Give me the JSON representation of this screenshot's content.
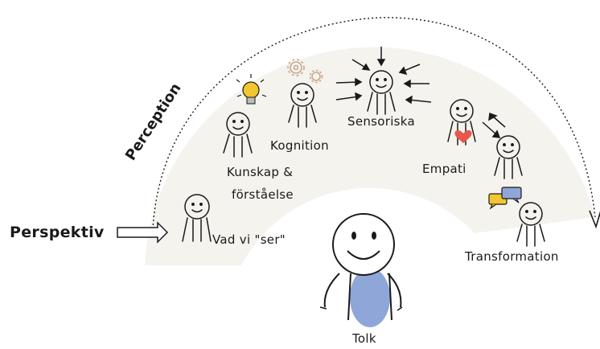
{
  "diagram": {
    "arc_label": "Perception",
    "left_label": "Perspektiv",
    "figures": {
      "vad_vi_ser": "Vad vi \"ser\"",
      "kunskap_line1": "Kunskap &",
      "kunskap_line2": "förståelse",
      "kognition": "Kognition",
      "sensoriska": "Sensoriska",
      "empati": "Empati",
      "transformation": "Transformation",
      "tolk": "Tolk"
    },
    "colors": {
      "band_fill": "#f5f3ee",
      "ink": "#1a1a1a",
      "bulb": "#f2c531",
      "heart": "#e8574c",
      "tolk_body": "#8fa6d8",
      "bubble_yellow": "#f2c531",
      "bubble_blue": "#8fa6d8",
      "gear": "#c8a78a"
    }
  }
}
